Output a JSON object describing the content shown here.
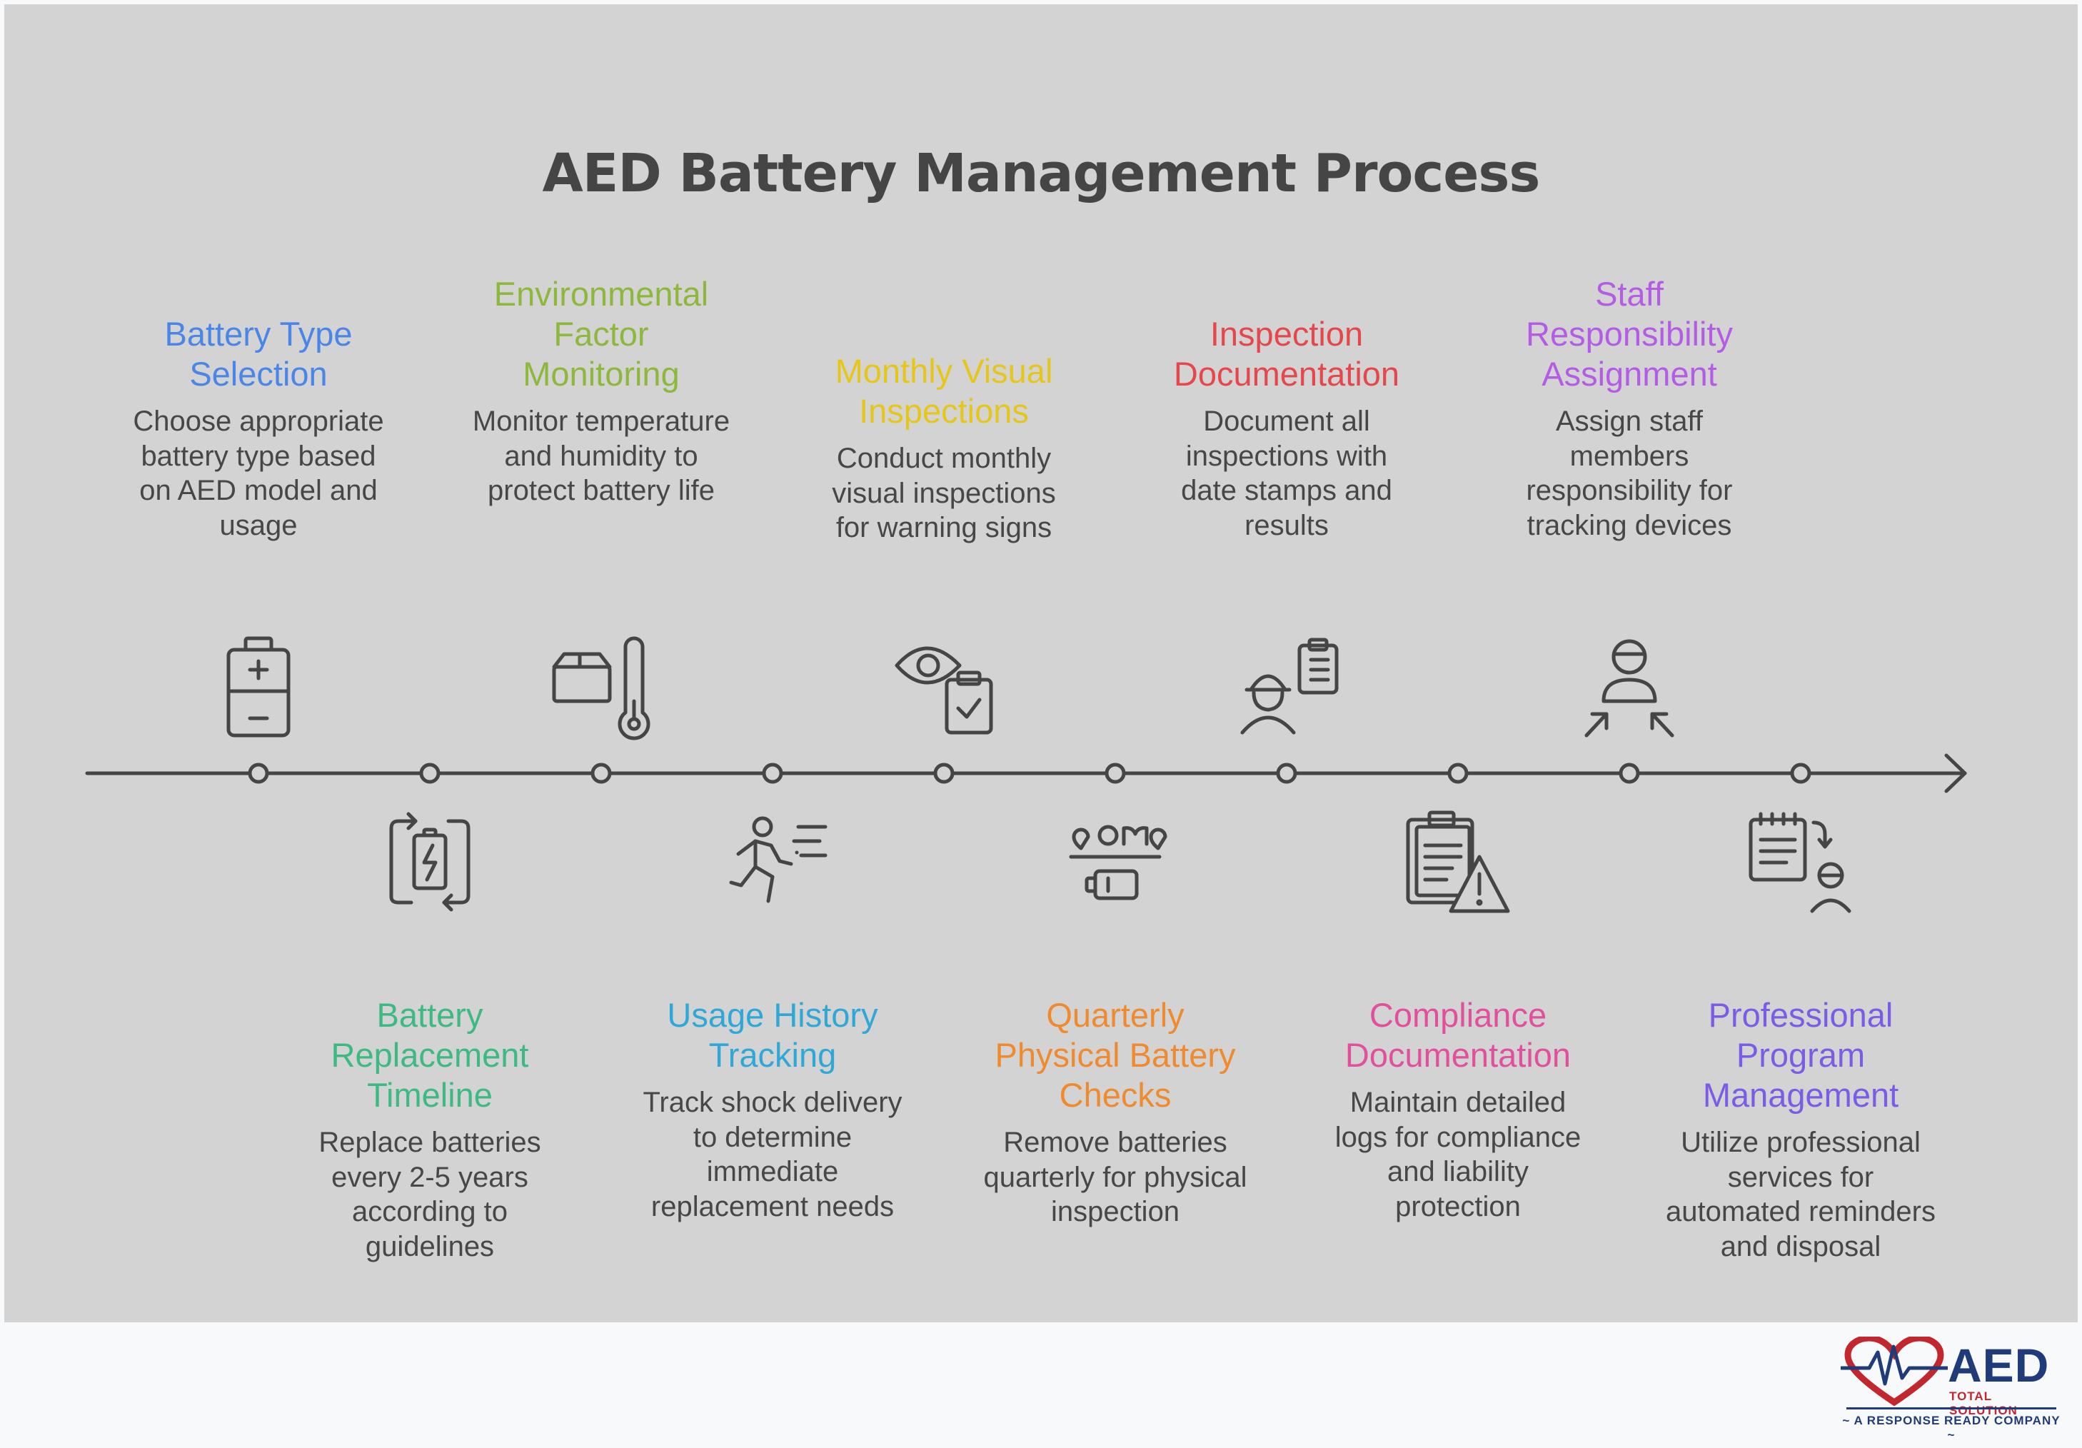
{
  "title": "AED Battery Management Process",
  "steps_top": [
    {
      "title": "Battery Type Selection",
      "desc": "Choose appropriate battery type based on AED model and usage",
      "color": "#4a86e8",
      "icon": "battery-icon"
    },
    {
      "title": "Environmental Factor Monitoring",
      "desc": "Monitor temperature and humidity to protect battery life",
      "color": "#8cb83c",
      "icon": "box-thermometer-icon"
    },
    {
      "title": "Monthly Visual Inspections",
      "desc": "Conduct monthly visual inspections for warning signs",
      "color": "#e6c619",
      "icon": "eye-clipboard-icon"
    },
    {
      "title": "Inspection Documentation",
      "desc": "Document all inspections with date stamps and results",
      "color": "#e5474b",
      "icon": "inspector-clipboard-icon"
    },
    {
      "title": "Staff Responsibility Assignment",
      "desc": "Assign staff members responsibility for tracking devices",
      "color": "#b45ce6",
      "icon": "person-arrows-icon"
    }
  ],
  "steps_bottom": [
    {
      "title": "Battery Replacement Timeline",
      "desc": "Replace batteries every 2-5 years according to guidelines",
      "color": "#3cba82",
      "icon": "battery-cycle-icon"
    },
    {
      "title": "Usage History Tracking",
      "desc": "Track shock delivery to determine immediate replacement needs",
      "color": "#2fa8d8",
      "icon": "running-person-icon"
    },
    {
      "title": "Quarterly Physical Battery Checks",
      "desc": "Remove batteries quarterly for physical inspection",
      "color": "#ef8a2e",
      "icon": "battery-check-icon"
    },
    {
      "title": "Compliance Documentation",
      "desc": "Maintain detailed logs for compliance and liability protection",
      "color": "#e24f9c",
      "icon": "document-warning-icon"
    },
    {
      "title": "Professional Program Management",
      "desc": "Utilize professional services for automated reminders and disposal",
      "color": "#7a5ce6",
      "icon": "checklist-person-icon"
    }
  ],
  "logo": {
    "brand": "AED",
    "sub": "TOTAL SOLUTION",
    "tagline": "~ A RESPONSE READY COMPANY ~"
  }
}
